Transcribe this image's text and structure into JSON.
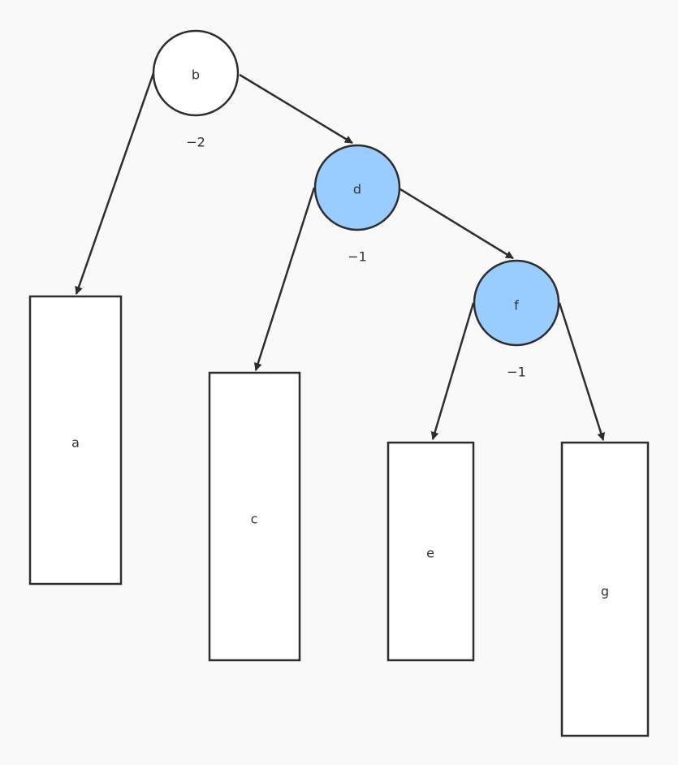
{
  "diagram": {
    "colors": {
      "background": "#f9f9f9",
      "stroke": "#2e2e2e",
      "plain_node": "#ffffff",
      "highlight_node": "#99ccff"
    },
    "nodes": {
      "b": {
        "label": "b",
        "balance": "−2",
        "highlighted": false
      },
      "d": {
        "label": "d",
        "balance": "−1",
        "highlighted": true
      },
      "f": {
        "label": "f",
        "balance": "−1",
        "highlighted": true
      }
    },
    "subtrees": {
      "a": {
        "label": "a"
      },
      "c": {
        "label": "c"
      },
      "e": {
        "label": "e"
      },
      "g": {
        "label": "g"
      }
    },
    "edges": [
      {
        "from": "b",
        "to": "a"
      },
      {
        "from": "b",
        "to": "d"
      },
      {
        "from": "d",
        "to": "c"
      },
      {
        "from": "d",
        "to": "f"
      },
      {
        "from": "f",
        "to": "e"
      },
      {
        "from": "f",
        "to": "g"
      }
    ]
  }
}
